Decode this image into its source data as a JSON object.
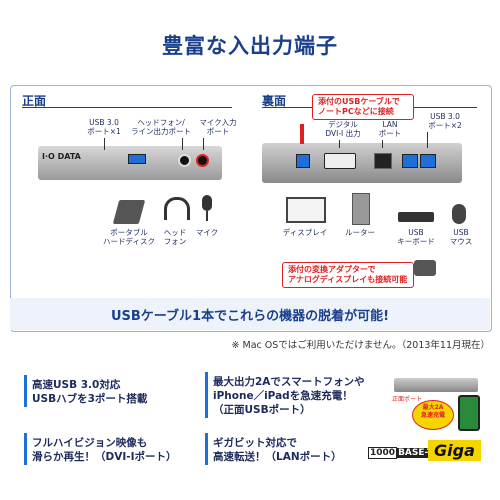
{
  "title": "豊富な入出力端子",
  "front": {
    "label": "正面",
    "port_usb": [
      "USB 3.0",
      "ポート×1"
    ],
    "port_audio": [
      "ヘッドフォン/",
      "ライン出力ポート"
    ],
    "port_mic": [
      "マイク入力",
      "ポート"
    ],
    "brand": "I·O DATA",
    "dev_hdd": [
      "ポータブル",
      "ハードディスク"
    ],
    "dev_phone": [
      "ヘッド",
      "フォン"
    ],
    "dev_mic": "マイク"
  },
  "rear": {
    "label": "裏面",
    "callout_cable": [
      "添付のUSBケーブルで",
      "ノートPCなどに接続"
    ],
    "port_dvi": [
      "デジタル",
      "DVI-I 出力"
    ],
    "port_lan": [
      "LAN",
      "ポート"
    ],
    "port_usb": [
      "USB 3.0",
      "ポート×2"
    ],
    "dev_display": "ディスプレイ",
    "dev_router": "ルーター",
    "dev_keyboard": [
      "USB",
      "キーボード"
    ],
    "dev_mouse": [
      "USB",
      "マウス"
    ],
    "callout_adapter": [
      "添付の変換アダプターで",
      "アナログディスプレイも接続可能"
    ]
  },
  "banner": "USBケーブル1本でこれらの機器の脱着が可能!",
  "note": "※ Mac OSではご利用いただけません。（2013年11月現在）",
  "features": [
    [
      "高速USB 3.0対応",
      "USBハブを3ポート搭載"
    ],
    [
      "フルハイビジョン映像も",
      "滑らか再生！（DVI-Iポート）"
    ],
    [
      "最大出力2Aでスマートフォンや",
      "iPhone／iPadを急速充電！",
      "（正面USBポート）"
    ],
    [
      "ギガビット対応で",
      "高速転送！（LANポート）"
    ]
  ],
  "badge": {
    "front_label": "正面ポート",
    "max_label": [
      "最大",
      "2A"
    ],
    "quick_label": "急速充電",
    "speed_a": "1000",
    "speed_b": "BASE-T",
    "giga": "Giga"
  },
  "colors": {
    "accent": "#1a3f8c",
    "highlight": "#e02020",
    "bar": "#1f6fd8"
  }
}
